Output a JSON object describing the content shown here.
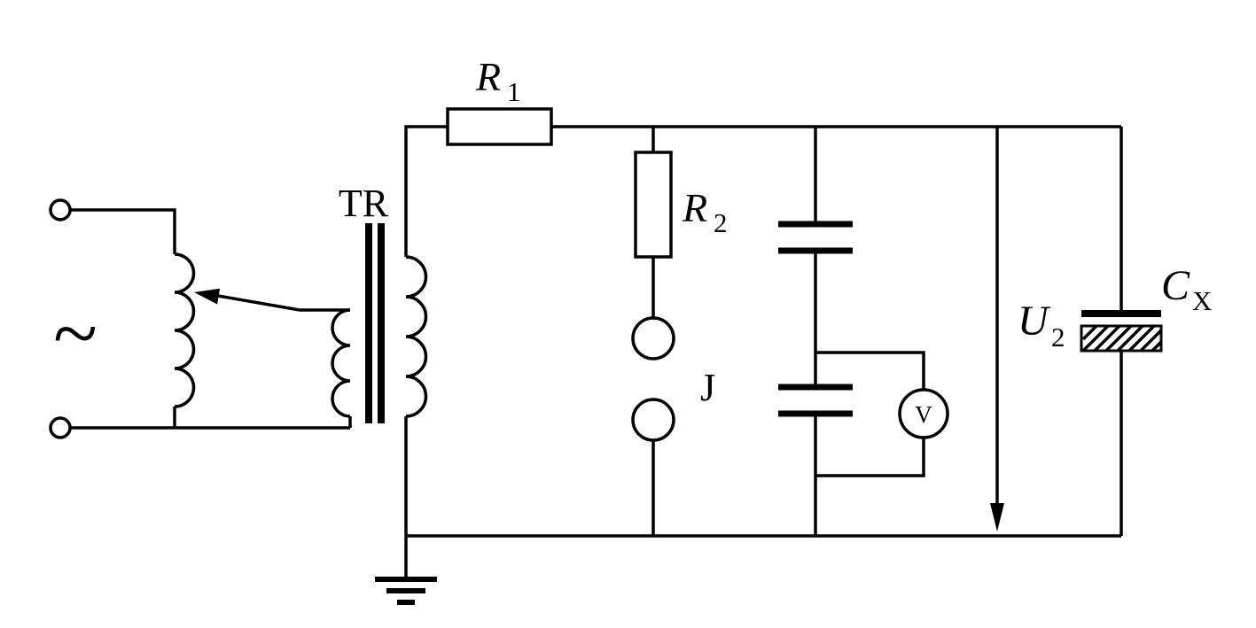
{
  "diagram": {
    "kind": "high-voltage test circuit schematic",
    "colors": {
      "line": "#000000",
      "background": "#ffffff"
    },
    "labels": {
      "ac": "~",
      "tr": "TR",
      "r1": {
        "main": "R",
        "sub": "1"
      },
      "r2": {
        "main": "R",
        "sub": "2"
      },
      "j": "J",
      "v": "V",
      "u2": {
        "main": "U",
        "sub": "2"
      },
      "cx": {
        "main": "C",
        "sub": "X"
      }
    },
    "components": [
      "ac-source-terminals",
      "autotransformer-with-wiper-arrow",
      "transformer-TR",
      "series-resistor-R1",
      "resistor-R2-with-spark-gap-J",
      "capacitive-voltage-divider",
      "voltmeter-V",
      "output-voltage-arrow-U2",
      "test-capacitor-Cx",
      "ground-symbol"
    ]
  }
}
